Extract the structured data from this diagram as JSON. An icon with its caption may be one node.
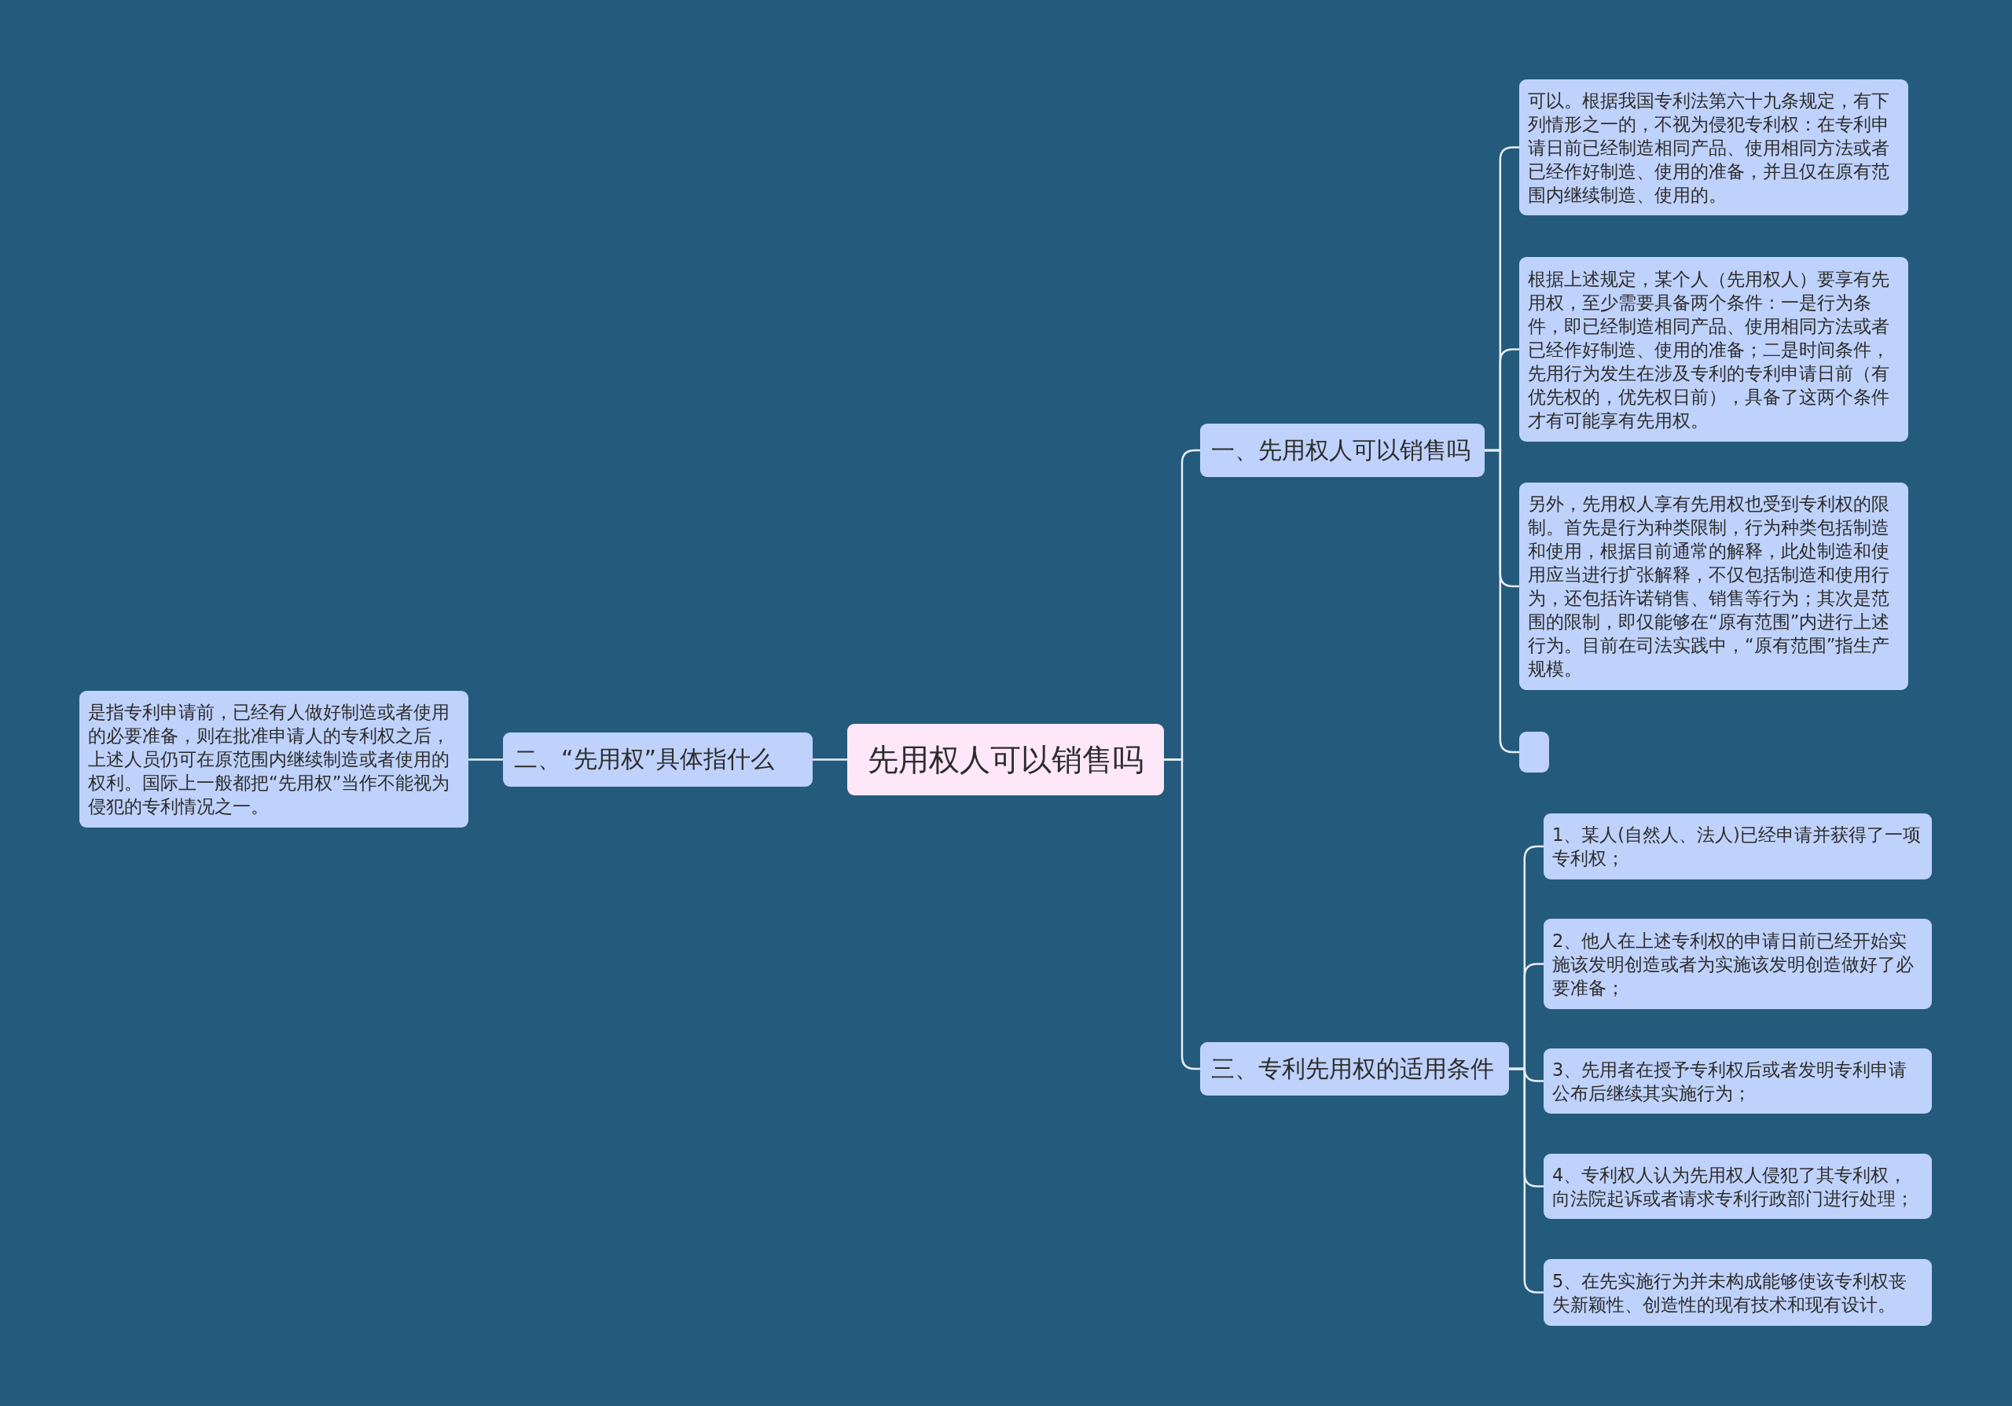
{
  "diagram": {
    "nodes": [
      {
        "text": [
          "先用权人可以销售吗"
        ]
      },
      {
        "text": [
          "一、先用权人可以销售吗"
        ]
      },
      {
        "text": [
          "可以。根据我国专利法第六十九条规定，有下列情形之一的，不视为侵犯专利权：在专利申请日前已经制造相同产品、使用相同方法或者已经作好制造、使用的准备，并且仅在原有范围内继续制造、使用的。"
        ]
      },
      {
        "text": [
          "根据上述规定，某个人（先用权人）要享有先用权，至少需要具备两个条件：一是行为条件，即已经制造相同产品、使用相同方法或者已经作好制造、使用的准备；二是时间条件，先用行为发生在涉及专利的专利申请日前（有优先权的，优先权日前），具备了这两个条件才有可能享有先用权。"
        ]
      },
      {
        "text": [
          "另外，先用权人享有先用权也受到专利权的限制。首先是行为种类限制，行为种类包括制造和使用，根据目前通常的解释，此处制造和使用应当进行扩张解释，不仅包括制造和使用行为，还包括许诺销售、销售等行为；其次是范围的限制，即仅能够在“原有范围”内进行上述行为。目前在司法实践中，“原有范围”指生产规模。"
        ]
      },
      {
        "text": [],
        "shape": "box"
      },
      {
        "text": [
          "三、专利先用权的适用条件"
        ]
      },
      {
        "text": [
          "1、某人(自然人、法人)已经申请并获得了一项专利权；"
        ]
      },
      {
        "text": [
          "2、他人在上述专利权的申请日前已经开始实施该发明创造或者为实施该发明创造做好了必要准备；"
        ]
      },
      {
        "text": [
          "3、先用者在授予专利权后或者发明专利申请公布后继续其实施行为；"
        ]
      },
      {
        "text": [
          "4、专利权人认为先用权人侵犯了其专利权，向法院起诉或者请求专利行政部门进行处理；"
        ]
      },
      {
        "text": [
          "5、在先实施行为并未构成能够使该专利权丧失新颖性、创造性的现有技术和现有设计。"
        ]
      },
      {
        "text": [
          "二、“先用权”具体指什么"
        ]
      },
      {
        "text": [
          "是指专利申请前，已经有人做好制造或者使用的必要准备，则在批准申请人的专利权之后，上述人员仍可在原范围内继续制造或者使用的权利。国际上一般都把“先用权”当作不能视为侵犯的专利情况之一。"
        ]
      }
    ],
    "edges": [
      {
        "from": 0,
        "to": 1,
        "arrow": "none"
      },
      {
        "from": 1,
        "to": 2,
        "arrow": "none"
      },
      {
        "from": 1,
        "to": 3,
        "arrow": "none"
      },
      {
        "from": 1,
        "to": 4,
        "arrow": "none"
      },
      {
        "from": 1,
        "to": 5,
        "arrow": "none"
      },
      {
        "from": 0,
        "to": 6,
        "arrow": "none"
      },
      {
        "from": 6,
        "to": 7,
        "arrow": "none"
      },
      {
        "from": 6,
        "to": 8,
        "arrow": "none"
      },
      {
        "from": 6,
        "to": 9,
        "arrow": "none"
      },
      {
        "from": 6,
        "to": 10,
        "arrow": "none"
      },
      {
        "from": 6,
        "to": 11,
        "arrow": "none"
      },
      {
        "from": 0,
        "to": 12,
        "arrow": "none"
      },
      {
        "from": 12,
        "to": 13,
        "arrow": "none"
      }
    ]
  }
}
